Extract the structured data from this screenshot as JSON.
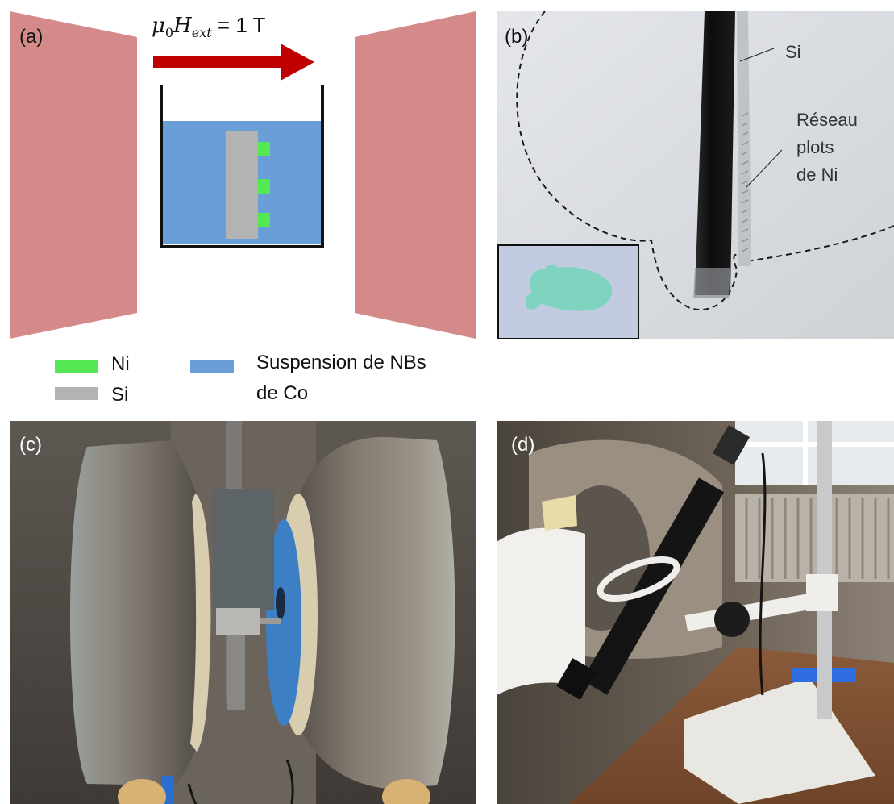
{
  "panels": {
    "a": {
      "label": "(a)"
    },
    "b": {
      "label": "(b)"
    },
    "c": {
      "label": "(c)"
    },
    "d": {
      "label": "(d)"
    }
  },
  "field": {
    "symbol": "μ",
    "sub0": "0",
    "h": "H",
    "sub_ext": "ext",
    "value": " = 1 T"
  },
  "legend": {
    "ni": "Ni",
    "si": "Si",
    "suspension_line1": "Suspension de NBs",
    "suspension_line2": "de Co"
  },
  "annotations": {
    "si": "Si",
    "network_line1": "Réseau",
    "network_line2": "plots",
    "network_line3": "de Ni"
  },
  "colors": {
    "pole": "#d48a88",
    "arrow": "#c00000",
    "liquid": "#6a9ed6",
    "ni": "#55e855",
    "si": "#b3b3b3"
  }
}
